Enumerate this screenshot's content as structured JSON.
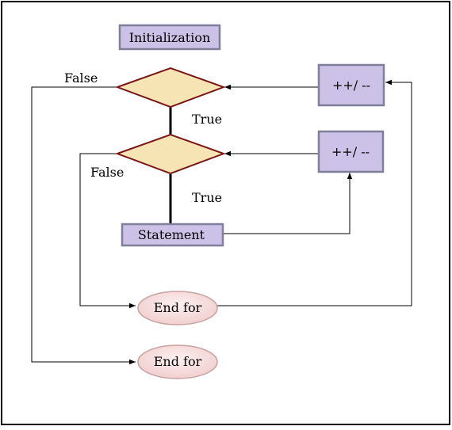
{
  "diagram": {
    "title": "",
    "nodes": {
      "initialization": "Initialization",
      "outer_update": "++/ --",
      "inner_update": "++/ --",
      "statement": "Statement",
      "inner_end": "End for",
      "outer_end": "End for"
    },
    "edge_labels": {
      "outer_false": "False",
      "outer_true": "True",
      "inner_false": "False",
      "inner_true": "True"
    }
  },
  "colors": {
    "process_fill": "#ccc1e6",
    "process_stroke": "#7f7f99",
    "decision_fill": "#f7e4b4",
    "decision_stroke": "#7a1616",
    "terminal_fill": "#f4d7d7",
    "terminal_stroke": "#c9a2a2",
    "line": "#000000"
  }
}
